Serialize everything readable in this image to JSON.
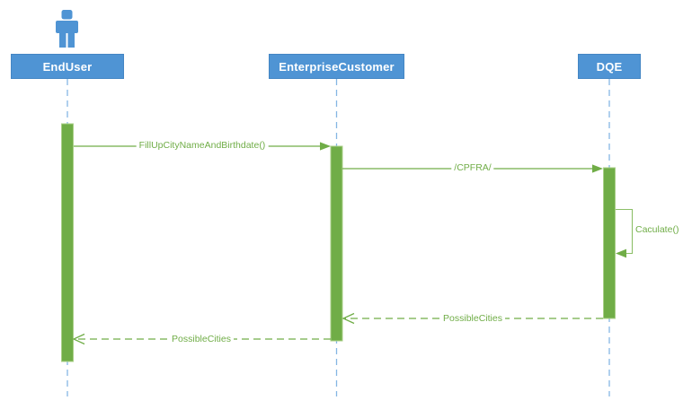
{
  "diagram_type": "uml-sequence-diagram",
  "participants": [
    {
      "name": "EndUser",
      "kind": "actor"
    },
    {
      "name": "EnterpriseCustomer",
      "kind": "object"
    },
    {
      "name": "DQE",
      "kind": "object"
    }
  ],
  "messages": [
    {
      "label": "FillUpCityNameAndBirthdate()",
      "from": "EndUser",
      "to": "EnterpriseCustomer",
      "kind": "call-solid"
    },
    {
      "label": "/CPFRA/",
      "from": "EnterpriseCustomer",
      "to": "DQE",
      "kind": "call-solid"
    },
    {
      "label": "Caculate()",
      "from": "DQE",
      "to": "DQE",
      "kind": "self-call"
    },
    {
      "label": "PossibleCities",
      "from": "DQE",
      "to": "EnterpriseCustomer",
      "kind": "return-dashed"
    },
    {
      "label": "PossibleCities",
      "from": "EnterpriseCustomer",
      "to": "EndUser",
      "kind": "return-dashed"
    }
  ],
  "colors": {
    "background": "#FFFFFF",
    "participant_fill": "#4F94D4",
    "participant_border": "#4486C4",
    "participant_text": "#FFFFFF",
    "actor_fill": "#4F94D4",
    "lifeline": "#85B6E4",
    "activation_fill": "#70AD47",
    "activation_border": "#A9CF87",
    "message_line": "#70AD47",
    "message_text": "#70AD47",
    "self_loop_line": "#8CBF68"
  }
}
